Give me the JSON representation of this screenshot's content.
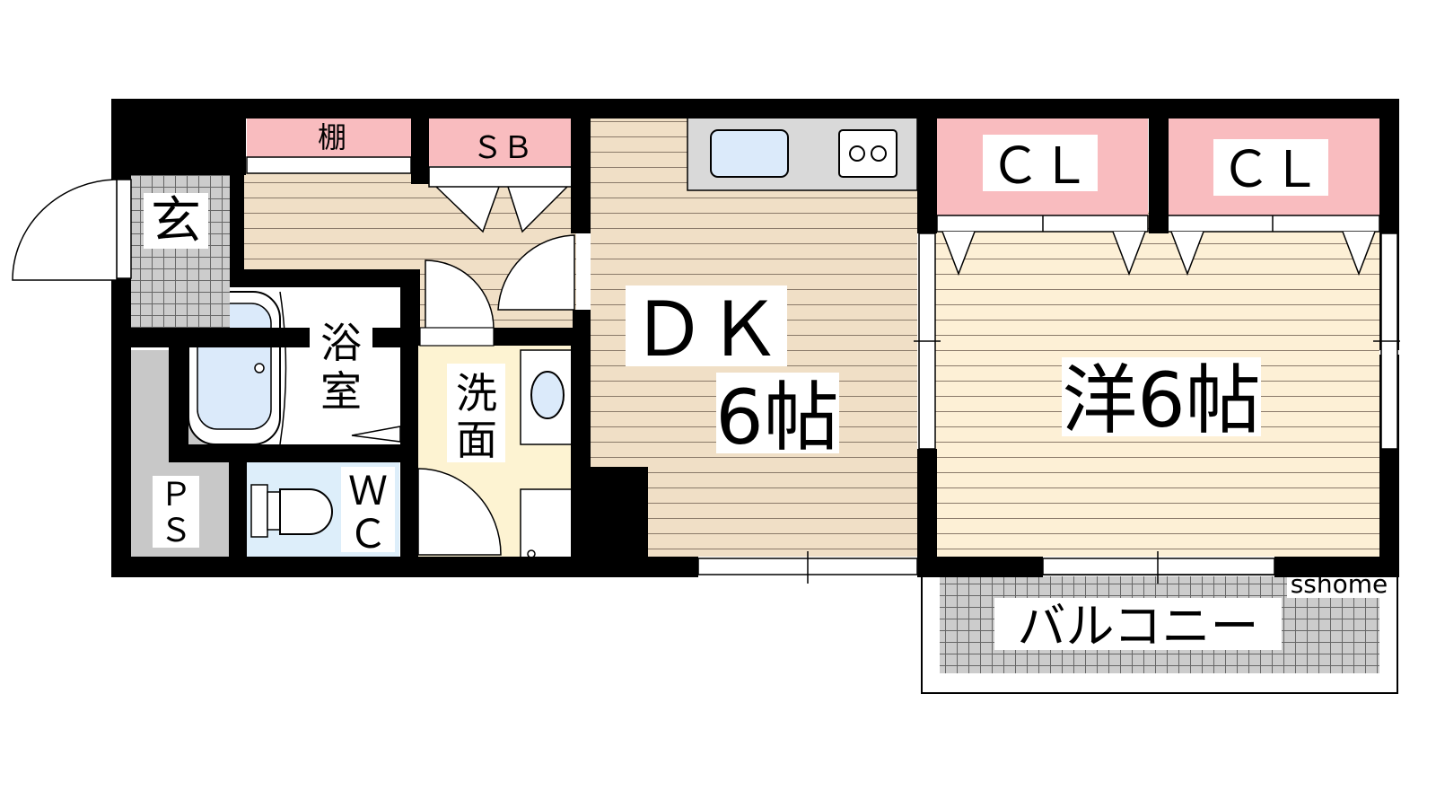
{
  "rooms": {
    "entrance": "玄",
    "shelf": "棚",
    "shoe_box": "ＳＢ",
    "bath_line1": "浴",
    "bath_line2": "室",
    "washroom_line1": "洗",
    "washroom_line2": "面",
    "ps_line1": "Ｐ",
    "ps_line2": "Ｓ",
    "wc_line1": "Ｗ",
    "wc_line2": "Ｃ",
    "dk_line1": "ＤＫ",
    "dk_line2": "6帖",
    "western": "洋6帖",
    "closet_1": "ＣＬ",
    "closet_2": "ＣＬ",
    "balcony": "バルコニー"
  },
  "watermark": "sshome",
  "colors": {
    "wall": "#000000",
    "wood_floor": "#f0dfc6",
    "western_floor": "#fdf0d6",
    "washroom_floor": "#fdf3d2",
    "storage": "#f9bcbf",
    "water": "#dbeafa",
    "wc_floor": "#ddeefa",
    "tile": "#cccccc",
    "ps": "#c8c8c8",
    "counter": "#d9d9d9"
  }
}
